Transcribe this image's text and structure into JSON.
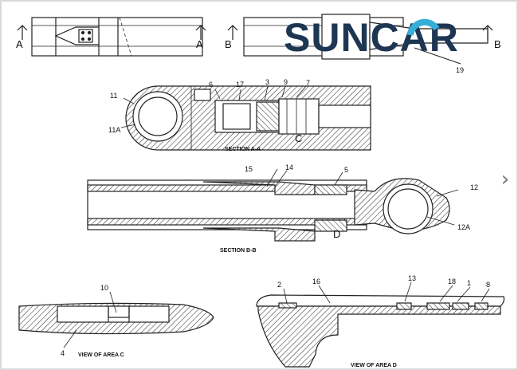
{
  "brand": {
    "logo_text": "SUNCAR",
    "watermark": "suncar",
    "logo_color": "#1d3652",
    "logo_accent": "#35aed8"
  },
  "section_marks": {
    "a_left": "A",
    "a_right": "A",
    "b_left": "B",
    "b_right": "B",
    "c": "C",
    "d": "D"
  },
  "part_labels": {
    "p19": "19",
    "p11": "11",
    "p11a": "11A",
    "p6": "6",
    "p17": "17",
    "p3": "3",
    "p9": "9",
    "p7": "7",
    "p15": "15",
    "p14": "14",
    "p5": "5",
    "p12": "12",
    "p12a": "12A",
    "p10": "10",
    "p4": "4",
    "p2": "2",
    "p16": "16",
    "p13": "13",
    "p18": "18",
    "p1": "1",
    "p8": "8"
  },
  "captions": {
    "section_aa": "SECTION A-A",
    "section_bb": "SECTION B-B",
    "view_c": "VIEW OF AREA C",
    "view_d": "VIEW OF AREA D"
  },
  "nav": {
    "next_icon": "chevron-right-icon",
    "next_glyph": "›"
  }
}
